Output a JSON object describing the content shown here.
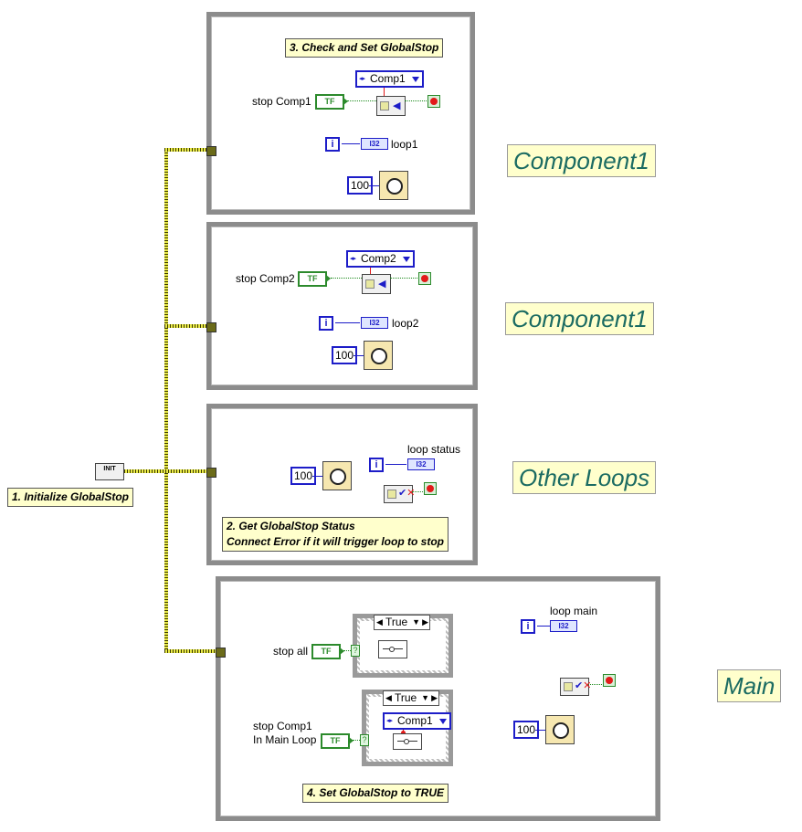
{
  "comments": {
    "init": "1. Initialize GlobalStop",
    "check": "3. Check and Set GlobalStop",
    "get_status_line1": "2. Get GlobalStop Status",
    "get_status_line2": "Connect Error if it will trigger loop to stop",
    "set_true": "4. Set GlobalStop to TRUE"
  },
  "labels": {
    "comp1_a": "Component1",
    "comp1_b": "Component1",
    "other": "Other Loops",
    "main": "Main"
  },
  "init_vi": "INIT",
  "loop1": {
    "control": "stop Comp1",
    "enum": "Comp1",
    "indicator": "loop1",
    "wait": "100"
  },
  "loop2": {
    "control": "stop Comp2",
    "enum": "Comp2",
    "indicator": "loop2",
    "wait": "100"
  },
  "loop3": {
    "indicator": "loop status",
    "wait": "100"
  },
  "loop_main": {
    "control_stop_all": "stop all",
    "control_comp1_line1": "stop Comp1",
    "control_comp1_line2": "In Main Loop",
    "case1_selector": "True",
    "case2_selector": "True",
    "case2_enum": "Comp1",
    "indicator": "loop main",
    "wait": "100"
  },
  "terminals": {
    "tf": "TF",
    "i": "i",
    "i32": "I32",
    "q": "?"
  },
  "colors": {
    "wire_error": "#e8e848",
    "comment_bg": "#ffffcc",
    "blue": "#1d1dc8",
    "green": "#2c8a2c",
    "teal_text": "#1b6b62"
  }
}
